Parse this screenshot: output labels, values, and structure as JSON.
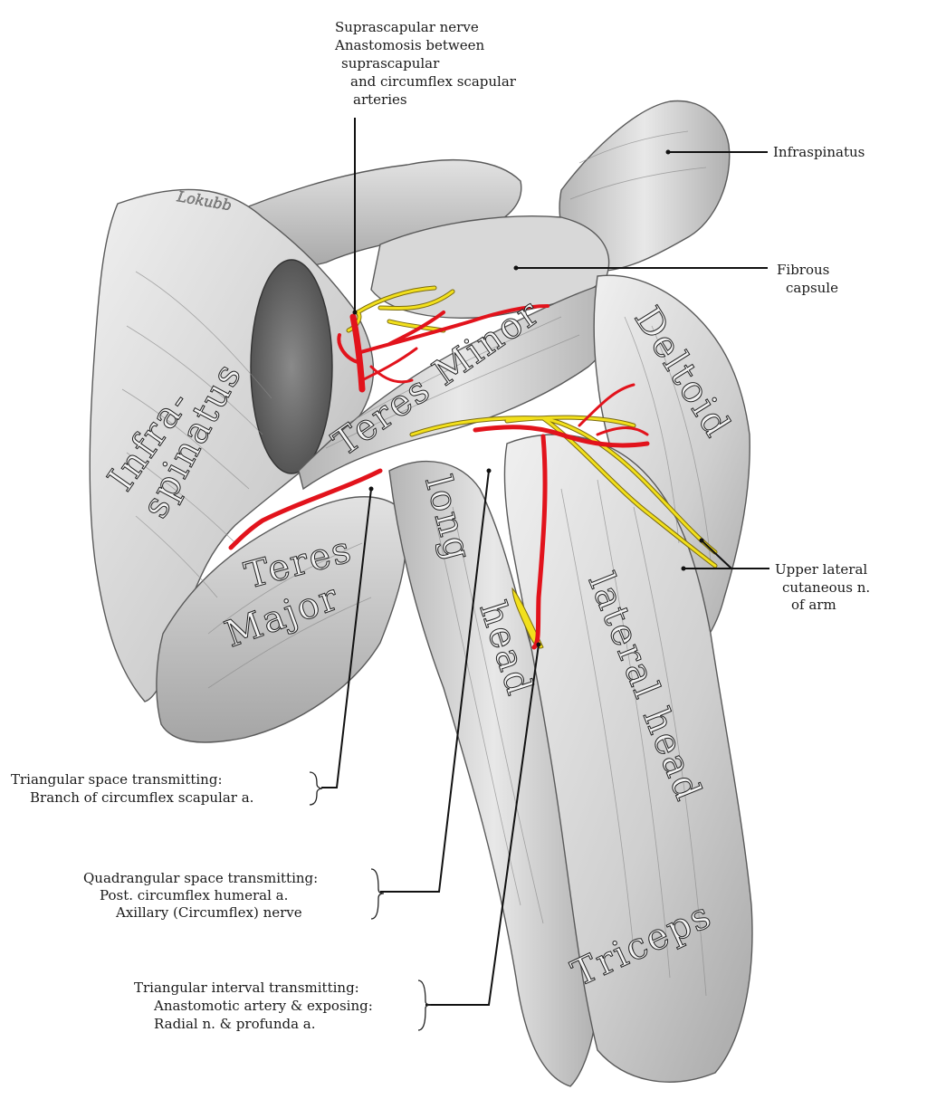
{
  "labels": {
    "suprascapular_nerve": "Suprascapular nerve",
    "anastomosis_l1": "Anastomosis between",
    "anastomosis_l2": "suprascapular",
    "anastomosis_l3": "and circumflex scapular",
    "anastomosis_l4": "arteries",
    "infraspinatus_right": "Infraspinatus",
    "fibrous_l1": "Fibrous",
    "fibrous_l2": "capsule",
    "upper_lateral_l1": "Upper lateral",
    "upper_lateral_l2": "cutaneous n.",
    "upper_lateral_l3": "of arm",
    "triangular_space_l1": "Triangular space transmitting:",
    "triangular_space_l2": "Branch of circumflex scapular a.",
    "quadrangular_l1": "Quadrangular space transmitting:",
    "quadrangular_l2": "Post. circumflex humeral a.",
    "quadrangular_l3": "Axillary (Circumflex) nerve",
    "triangular_interval_l1": "Triangular interval transmitting:",
    "triangular_interval_l2": "Anastomotic artery & exposing:",
    "triangular_interval_l3": "Radial n. & profunda a."
  },
  "muscle_names": {
    "infra": "Infra-",
    "spinatus": "spinatus",
    "teres_minor": "Teres Minor",
    "deltoid": "Deltoid",
    "teres": "Teres",
    "major": "Major",
    "long": "long",
    "head_long": "head",
    "lateral_head": "lateral head",
    "triceps": "Triceps"
  },
  "signature": "Lokubb",
  "colors": {
    "artery": "#e2131c",
    "nerve": "#f2e01c",
    "muscle_light": "#e6e6e6",
    "muscle_mid": "#c9c9c9",
    "muscle_dark": "#9a9a9a"
  }
}
